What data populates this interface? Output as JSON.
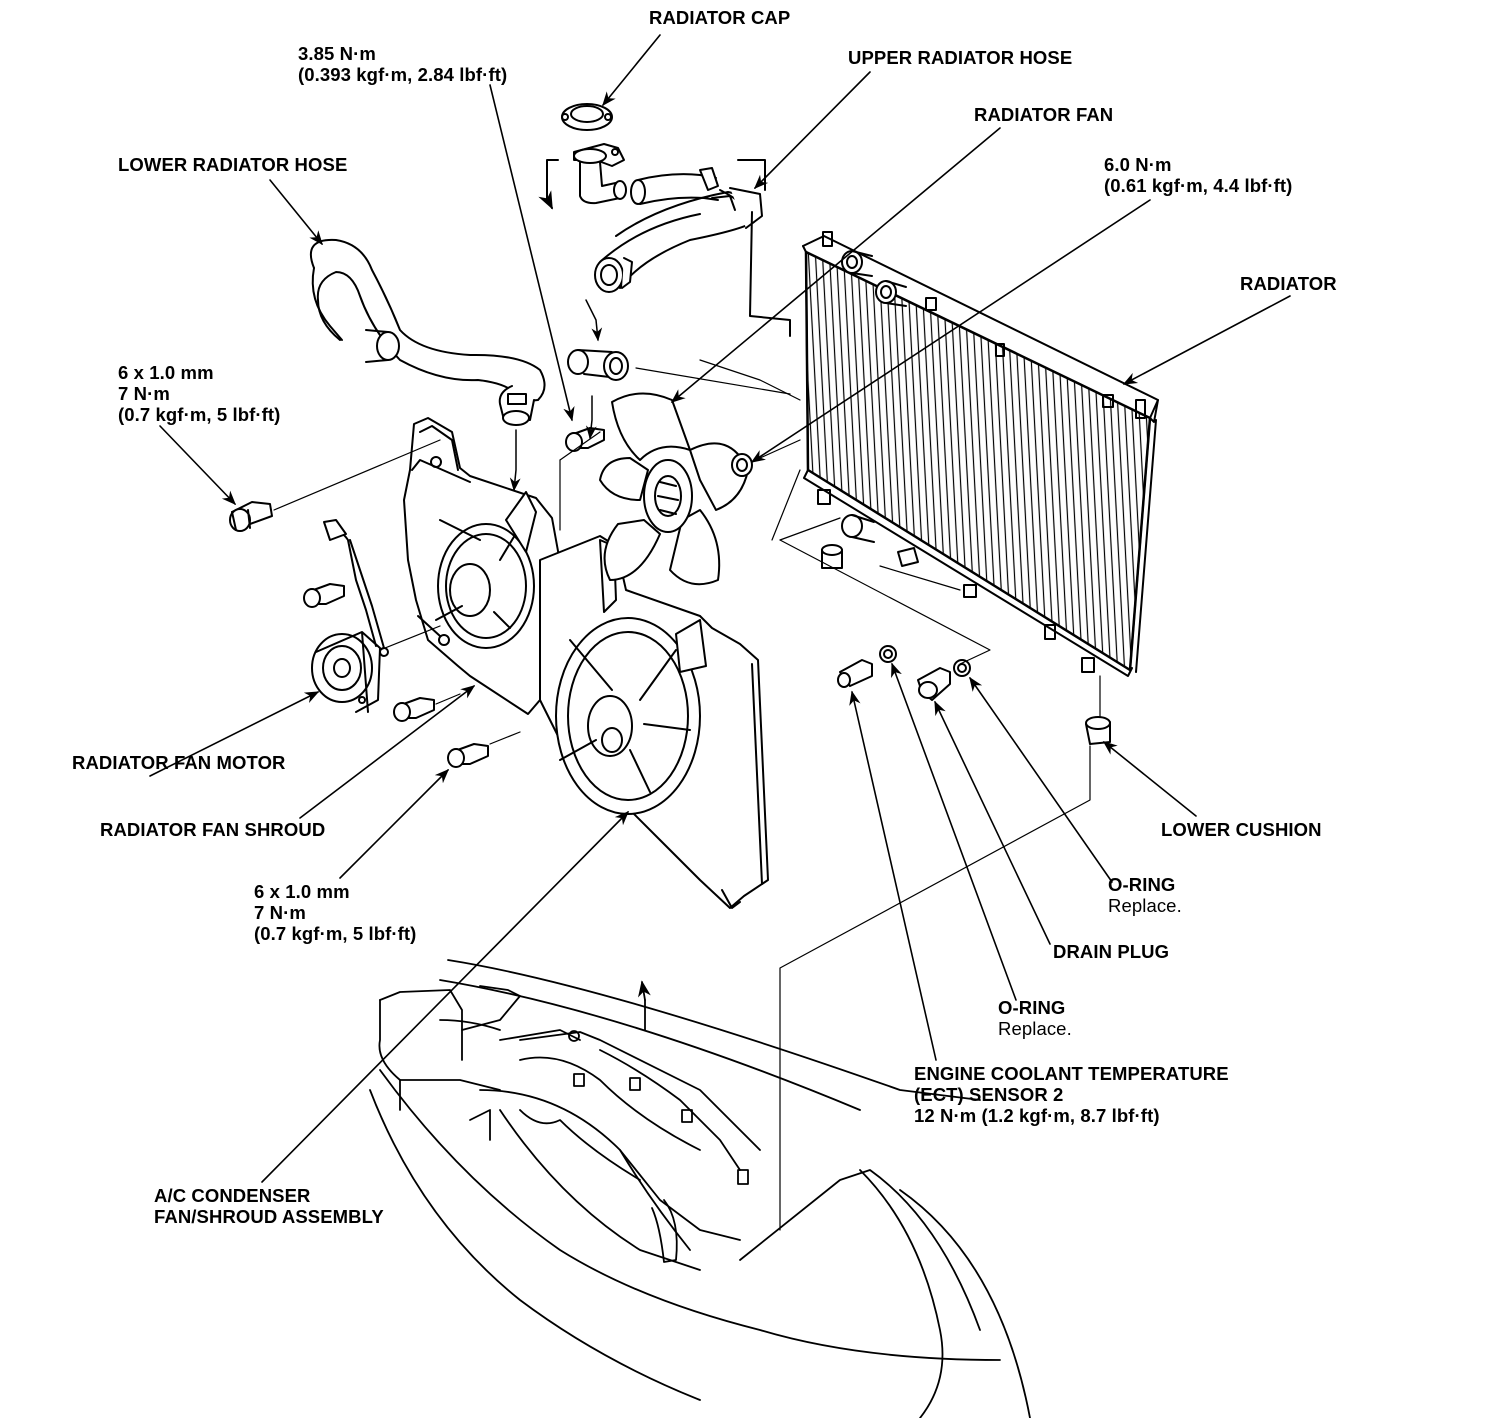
{
  "labels": {
    "radiator_cap": "RADIATOR CAP",
    "cap_torque_line1": "3.85 N·m",
    "cap_torque_line2": "(0.393 kgf·m, 2.84 lbf·ft)",
    "upper_radiator_hose": "UPPER RADIATOR HOSE",
    "radiator_fan": "RADIATOR FAN",
    "fan_torque_line1": "6.0 N·m",
    "fan_torque_line2": "(0.61 kgf·m, 4.4 lbf·ft)",
    "lower_radiator_hose": "LOWER RADIATOR HOSE",
    "radiator": "RADIATOR",
    "bolt_upper_line1": "6 x 1.0 mm",
    "bolt_upper_line2": "7 N·m",
    "bolt_upper_line3": "(0.7 kgf·m, 5 lbf·ft)",
    "radiator_fan_motor": "RADIATOR FAN MOTOR",
    "radiator_fan_shroud": "RADIATOR FAN SHROUD",
    "lower_cushion": "LOWER CUSHION",
    "bolt_lower_line1": "6 x 1.0 mm",
    "bolt_lower_line2": "7 N·m",
    "bolt_lower_line3": "(0.7 kgf·m, 5 lbf·ft)",
    "oring_right_line1": "O-RING",
    "oring_right_line2": "Replace.",
    "drain_plug": "DRAIN PLUG",
    "oring_left_line1": "O-RING",
    "oring_left_line2": "Replace.",
    "ect_line1": "ENGINE COOLANT TEMPERATURE",
    "ect_line2": "(ECT) SENSOR 2",
    "ect_line3": "12 N·m (1.2 kgf·m, 8.7 lbf·ft)",
    "ac_line1": "A/C CONDENSER",
    "ac_line2": "FAN/SHROUD ASSEMBLY"
  }
}
